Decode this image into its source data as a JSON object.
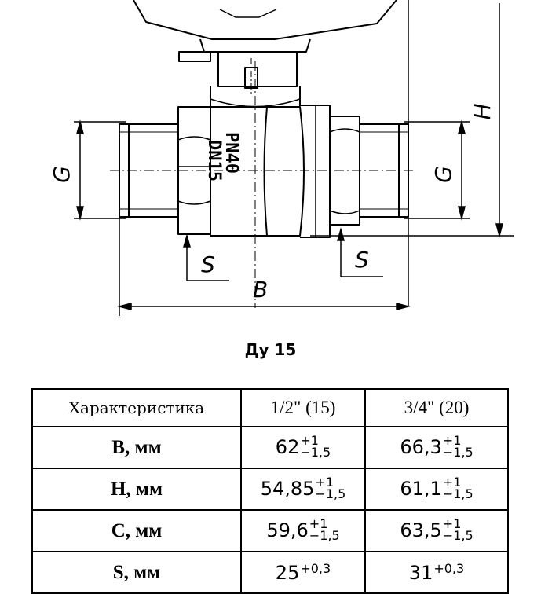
{
  "drawing": {
    "valve_marking": [
      "PN40",
      "DN15"
    ],
    "dimension_labels": {
      "g_left": "G",
      "g_right": "G",
      "h": "H",
      "b": "B",
      "s_left": "S",
      "s_right": "S"
    }
  },
  "caption": "Ду 15",
  "table": {
    "headers": [
      "Характеристика",
      "1/2\" (15)",
      "3/4\" (20)"
    ],
    "rows": [
      {
        "label": "B, мм",
        "values": [
          {
            "base": "62",
            "upper": "+1",
            "lower": "−1,5"
          },
          {
            "base": "66,3",
            "upper": "+1",
            "lower": "−1,5"
          }
        ]
      },
      {
        "label": "H, мм",
        "values": [
          {
            "base": "54,85",
            "upper": "+1",
            "lower": "−1,5"
          },
          {
            "base": "61,1",
            "upper": "+1",
            "lower": "−1,5"
          }
        ]
      },
      {
        "label": "C, мм",
        "values": [
          {
            "base": "59,6",
            "upper": "+1",
            "lower": "−1,5"
          },
          {
            "base": "63,5",
            "upper": "+1",
            "lower": "−1,5"
          }
        ]
      },
      {
        "label": "S, мм",
        "values": [
          {
            "base": "25",
            "sup": "+0,3"
          },
          {
            "base": "31",
            "sup": "+0,3"
          }
        ]
      }
    ]
  }
}
